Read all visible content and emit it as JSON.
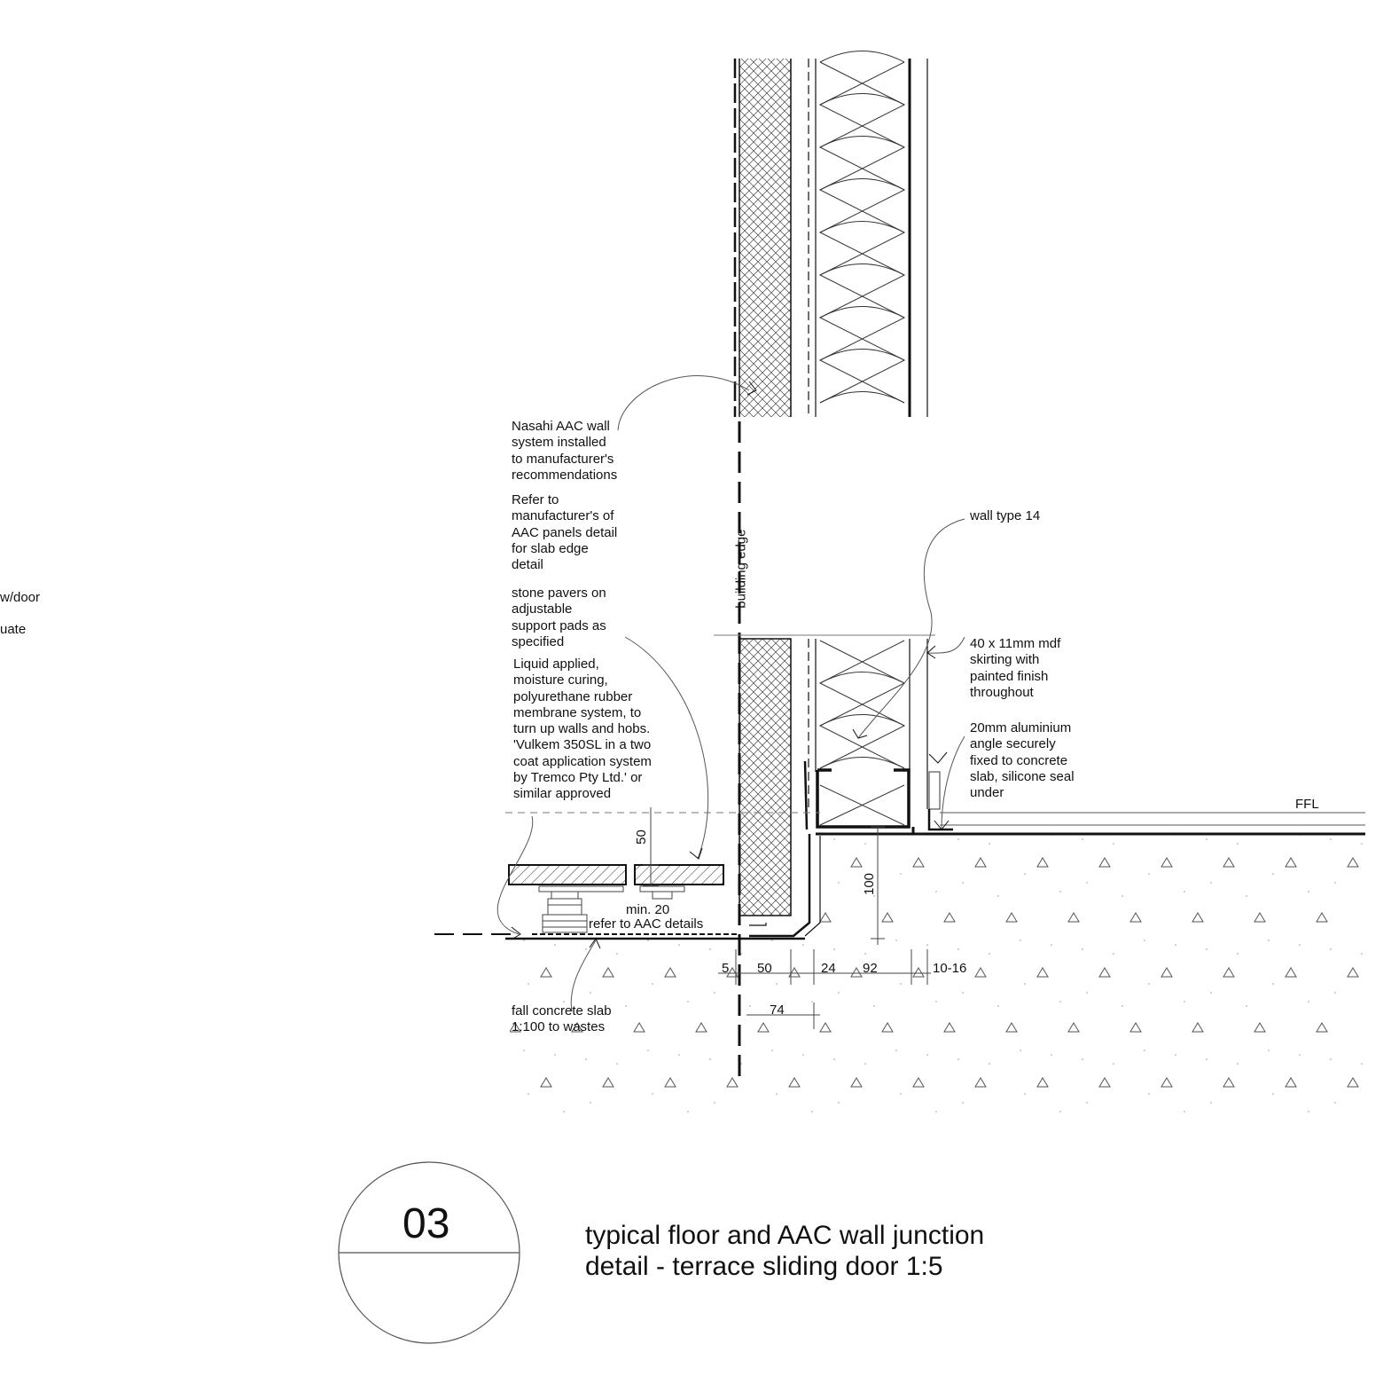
{
  "notes": {
    "wall_system": "Nasahi AAC wall\nsystem installed\nto manufacturer's\nrecommendations",
    "refer_manufacturer": "Refer to\nmanufacturer's of\nAAC panels detail\nfor slab edge\ndetail",
    "stone_pavers": "stone pavers on\nadjustable\nsupport pads as\nspecified",
    "membrane": "Liquid applied,\nmoisture curing,\npolyurethane rubber\nmembrane system, to\nturn up walls and hobs.\n'Vulkem 350SL in a two\ncoat application system\nby Tremco Pty Ltd.' or\nsimilar approved",
    "wall_type": "wall type 14",
    "skirting": "40 x 11mm mdf\nskirting with\npainted finish\nthroughout",
    "aluminium_angle": "20mm aluminium\nangle securely\nfixed to concrete\nslab, silicone seal\nunder",
    "fall_slab": "fall concrete slab\n1:100 to wastes",
    "min20": "min. 20",
    "refer_aac": "refer to AAC details",
    "building_edge": "building edge",
    "ffl": "FFL",
    "cut_1": "w/door",
    "cut_2": "uate"
  },
  "dimensions": {
    "d5": "5",
    "d50": "50",
    "d24": "24",
    "d92": "92",
    "d10_16": "10-16",
    "d74": "74",
    "d50_v": "50",
    "d100_v": "100"
  },
  "title_block": {
    "number": "03",
    "title_line1": "typical floor and AAC wall junction",
    "title_line2": "detail - terrace sliding door 1:5"
  }
}
